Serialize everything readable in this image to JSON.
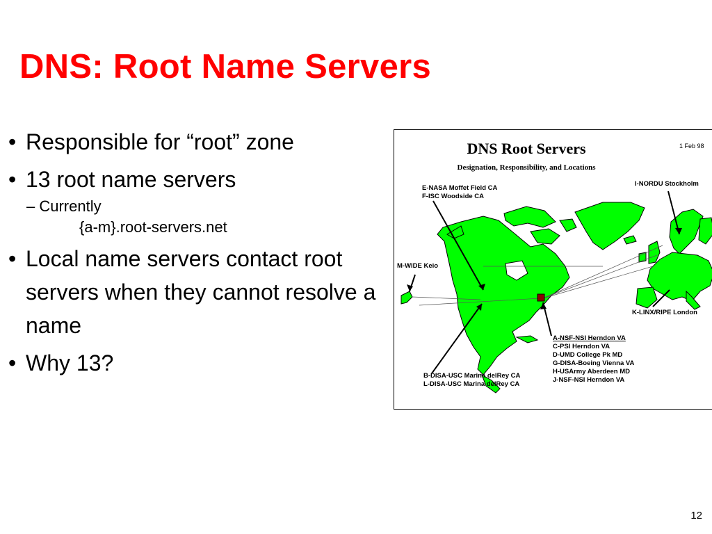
{
  "slide": {
    "title": "DNS: Root Name Servers",
    "page_number": "12"
  },
  "bullets": {
    "b1": "Responsible for “root” zone",
    "b2": "13 root name servers",
    "b2_sub": "– Currently",
    "b2_sub2": "{a-m}.root-servers.net",
    "b3": "Local name servers contact root servers when they cannot resolve a name",
    "b4": "Why 13?"
  },
  "figure": {
    "title": "DNS Root Servers",
    "subtitle": "Designation, Responsibility, and Locations",
    "date": "1 Feb 98",
    "labels": {
      "nasa": "E-NASA Moffet Field CA",
      "isc": "F-ISC Woodside CA",
      "nordu": "I-NORDU Stockholm",
      "wide": "M-WIDE Keio",
      "linx": "K-LINX/RIPE London",
      "nsf_a": "A-NSF-NSI Herndon VA",
      "psi": "C-PSI Herndon VA",
      "umd": "D-UMD College Pk MD",
      "disa_g": "G-DISA-Boeing Vienna VA",
      "army": "H-USArmy Aberdeen MD",
      "nsf_j": "J-NSF-NSI Herndon VA",
      "disa_b": "B-DISA-USC Marina delRey CA",
      "disa_l": "L-DISA-USC Marina delRey CA"
    }
  },
  "colors": {
    "title": "#ff0000",
    "land": "#00ff00"
  }
}
